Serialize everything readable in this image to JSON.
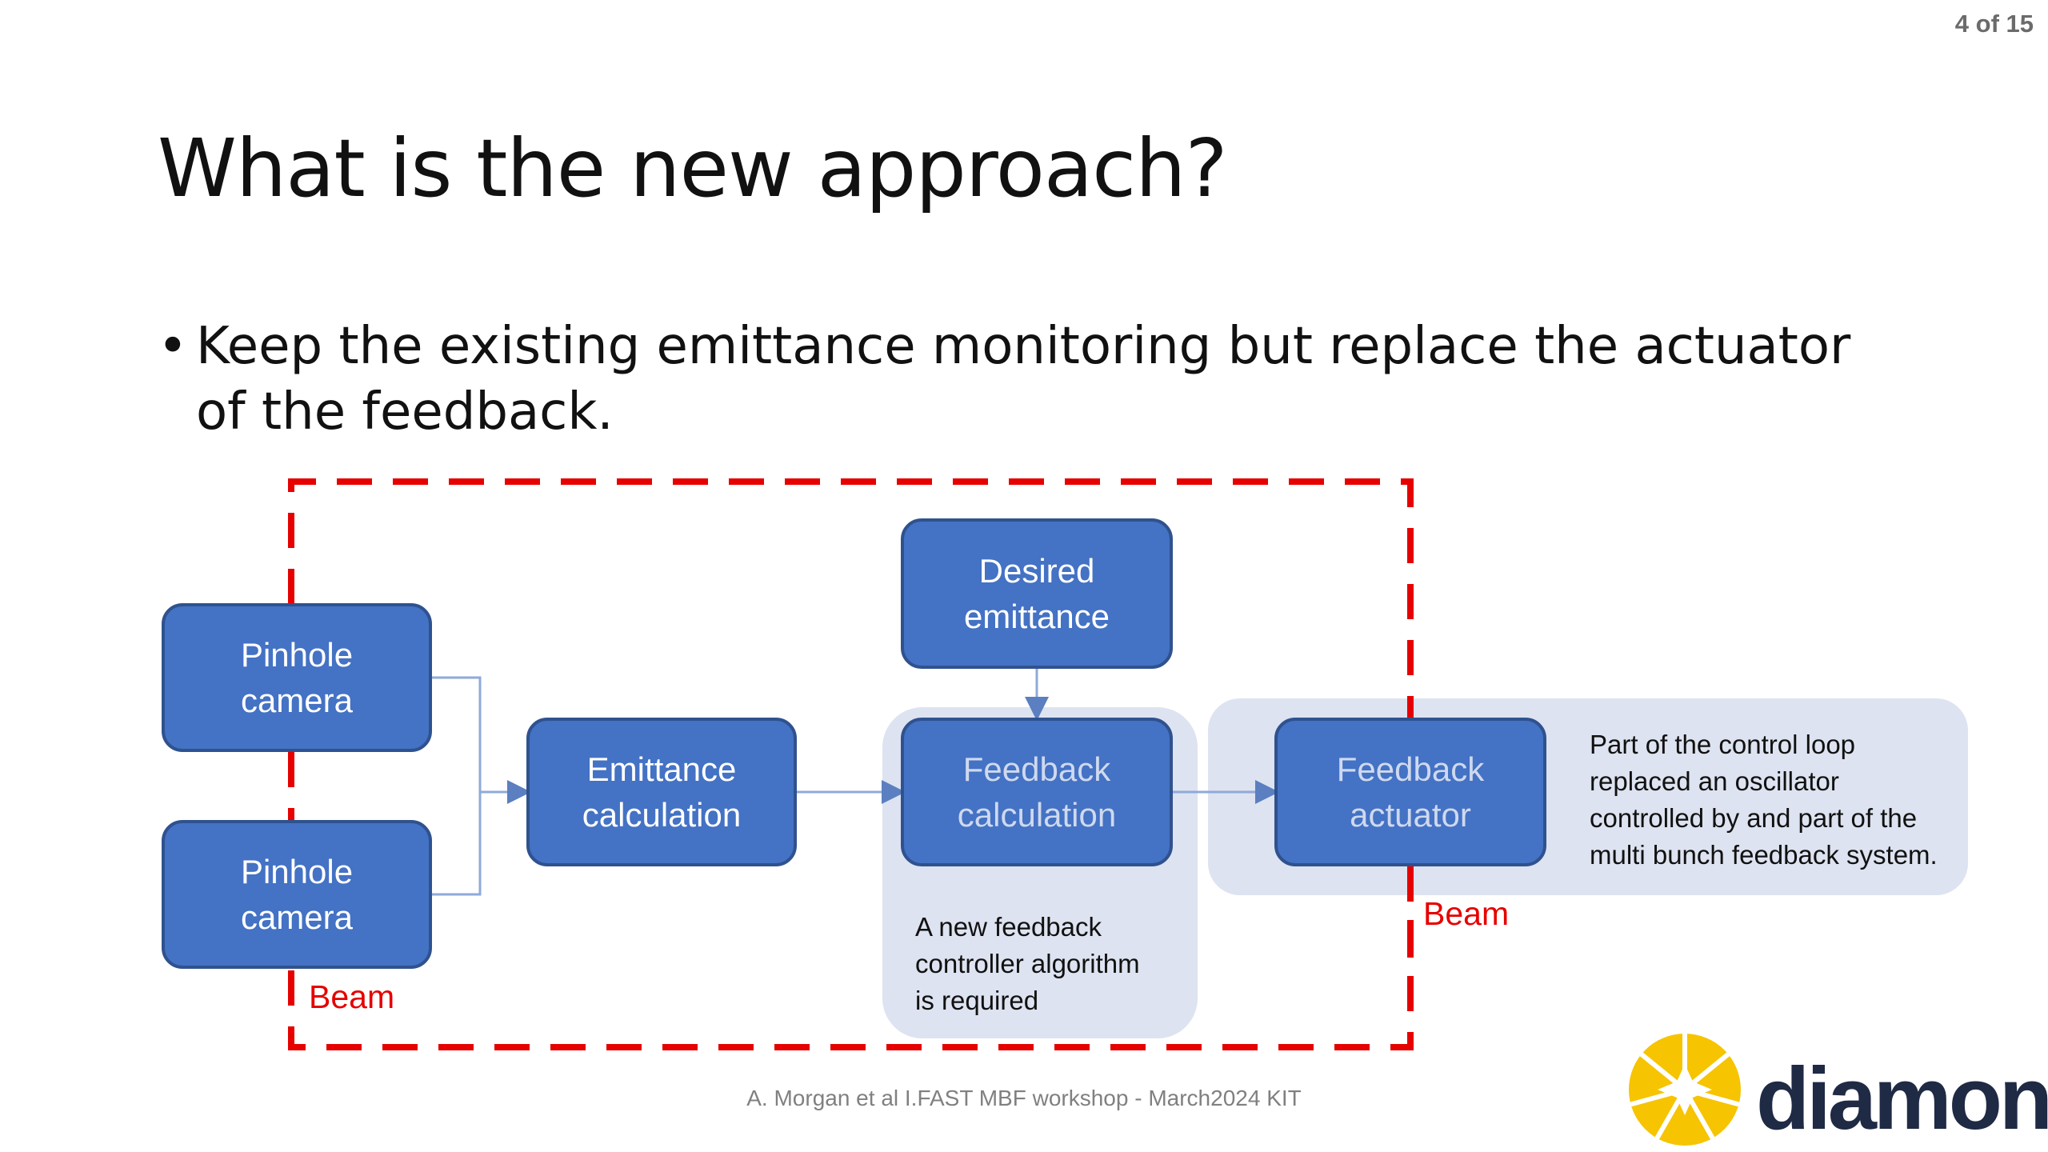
{
  "page_number": "4 of 15",
  "title": "What is the new approach?",
  "bullet": {
    "symbol": "•",
    "text": "Keep the existing emittance monitoring but replace the actuator of the feedback."
  },
  "diagram": {
    "nodes": {
      "pinhole_top": [
        "Pinhole",
        "camera"
      ],
      "pinhole_bottom": [
        "Pinhole",
        "camera"
      ],
      "emittance_calc": [
        "Emittance",
        "calculation"
      ],
      "desired": [
        "Desired",
        "emittance"
      ],
      "feedback_calc": [
        "Feedback",
        "calculation"
      ],
      "feedback_actuator": [
        "Feedback",
        "actuator"
      ]
    },
    "notes": {
      "algorithm": [
        "A new feedback",
        "controller algorithm",
        "is required"
      ],
      "actuator": [
        "Part of the control loop",
        "replaced an oscillator",
        "controlled by and part of the",
        "multi bunch feedback system."
      ]
    },
    "beam_left": "Beam",
    "beam_right": "Beam",
    "colors": {
      "box_fill": "#4472c4",
      "box_border": "#2f528f",
      "panel": "#dde3f0",
      "dashed_boundary": "#e60000",
      "connector": "#8fa9d9"
    }
  },
  "footer": "A. Morgan et al I.FAST MBF workshop - March2024 KIT",
  "logo": {
    "word": "diamond",
    "icon": "diamond-starburst-icon"
  }
}
